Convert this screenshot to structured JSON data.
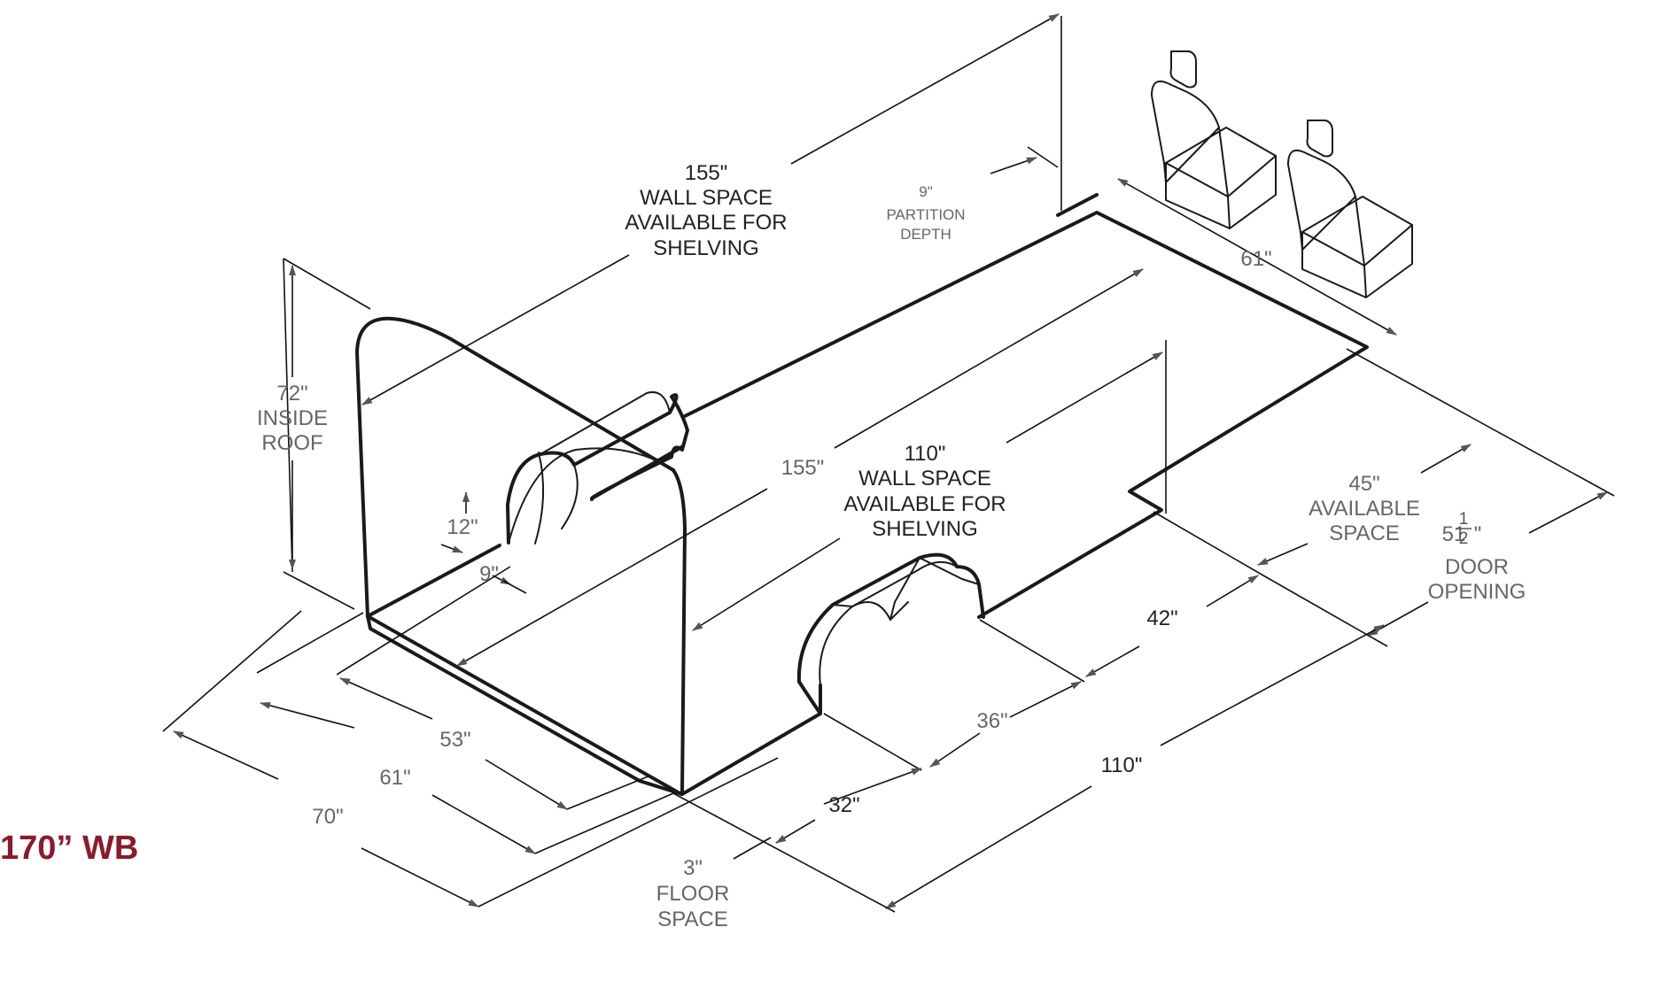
{
  "wheelbase_label": "170” WB",
  "dimensions": {
    "wall_driver_length": "155\"",
    "wall_driver_l1": "WALL SPACE",
    "wall_driver_l2": "AVAILABLE FOR",
    "wall_driver_l3": "SHELVING",
    "partition_value": "9\"",
    "partition_l1": "PARTITION",
    "partition_l2": "DEPTH",
    "cab_width": "61\"",
    "inside_roof_value": "72\"",
    "inside_roof_l1": "INSIDE",
    "inside_roof_l2": "ROOF",
    "wheelwell_height": "12\"",
    "wheelwell_depth": "9\"",
    "floor_length": "155\"",
    "wall_passenger_length": "110\"",
    "wall_passenger_l1": "WALL SPACE",
    "wall_passenger_l2": "AVAILABLE FOR",
    "wall_passenger_l3": "SHELVING",
    "available_value": "45\"",
    "available_l1": "AVAILABLE",
    "available_l2": "SPACE",
    "door_whole": "51",
    "door_num": "1",
    "door_den": "2",
    "door_unit": "\"",
    "door_l1": "DOOR",
    "door_l2": "OPENING",
    "door_to_partition": "42\"",
    "wheelwell_width": "36\"",
    "rear_to_wheelwell": "32\"",
    "passenger_wall_base": "110\"",
    "floor_width_53": "53\"",
    "floor_width_61": "61\"",
    "floor_width_70": "70\"",
    "floor_space_value": "3\"",
    "floor_space_l1": "FLOOR",
    "floor_space_l2": "SPACE"
  },
  "colors": {
    "accent": "#8b1a2b",
    "outline": "#1a1a1a",
    "label_dark": "#222222",
    "label_gray": "#666666"
  }
}
